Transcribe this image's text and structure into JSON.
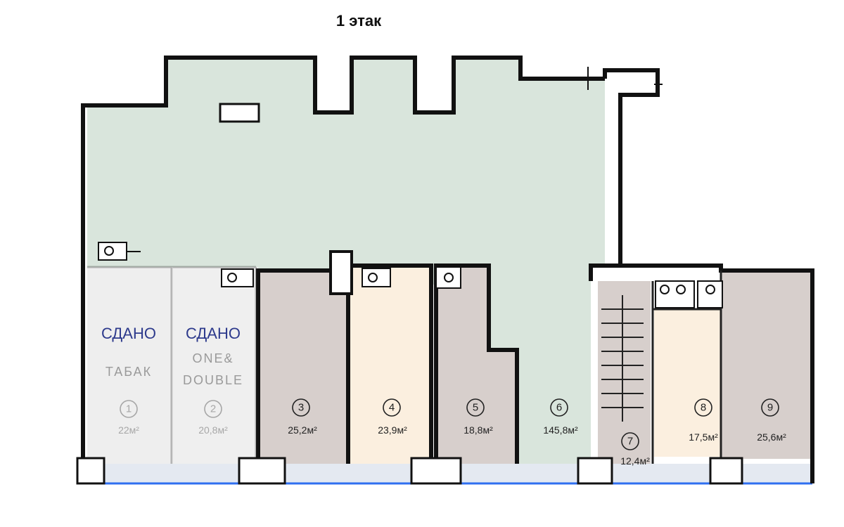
{
  "floor_title": "1 этак",
  "colors": {
    "main_hall": "#d9e5dc",
    "unit_grey": "#d7cfcc",
    "unit_beige": "#fbefdf",
    "rented_fade": "#eeeeee",
    "status_blue": "#2d3a8c",
    "facade_blue": "#2f6ff0",
    "walls": "#111111"
  },
  "units": [
    {
      "num": "1",
      "area": "22м²",
      "status": "СДАНО",
      "tenant_lines": [
        "ТАБАК"
      ],
      "rented": true
    },
    {
      "num": "2",
      "area": "20,8м²",
      "status": "СДАНО",
      "tenant_lines": [
        "ONE&",
        "DOUBLE"
      ],
      "rented": true
    },
    {
      "num": "3",
      "area": "25,2м²",
      "rented": false
    },
    {
      "num": "4",
      "area": "23,9м²",
      "rented": false
    },
    {
      "num": "5",
      "area": "18,8м²",
      "rented": false
    },
    {
      "num": "6",
      "area": "145,8м²",
      "rented": false
    },
    {
      "num": "7",
      "area": "12,4м²",
      "rented": false
    },
    {
      "num": "8",
      "area": "17,5м²",
      "rented": false
    },
    {
      "num": "9",
      "area": "25,6м²",
      "rented": false
    }
  ],
  "icons": [
    "door-icon",
    "toilet-icon",
    "sink-icon",
    "stairs-icon"
  ]
}
